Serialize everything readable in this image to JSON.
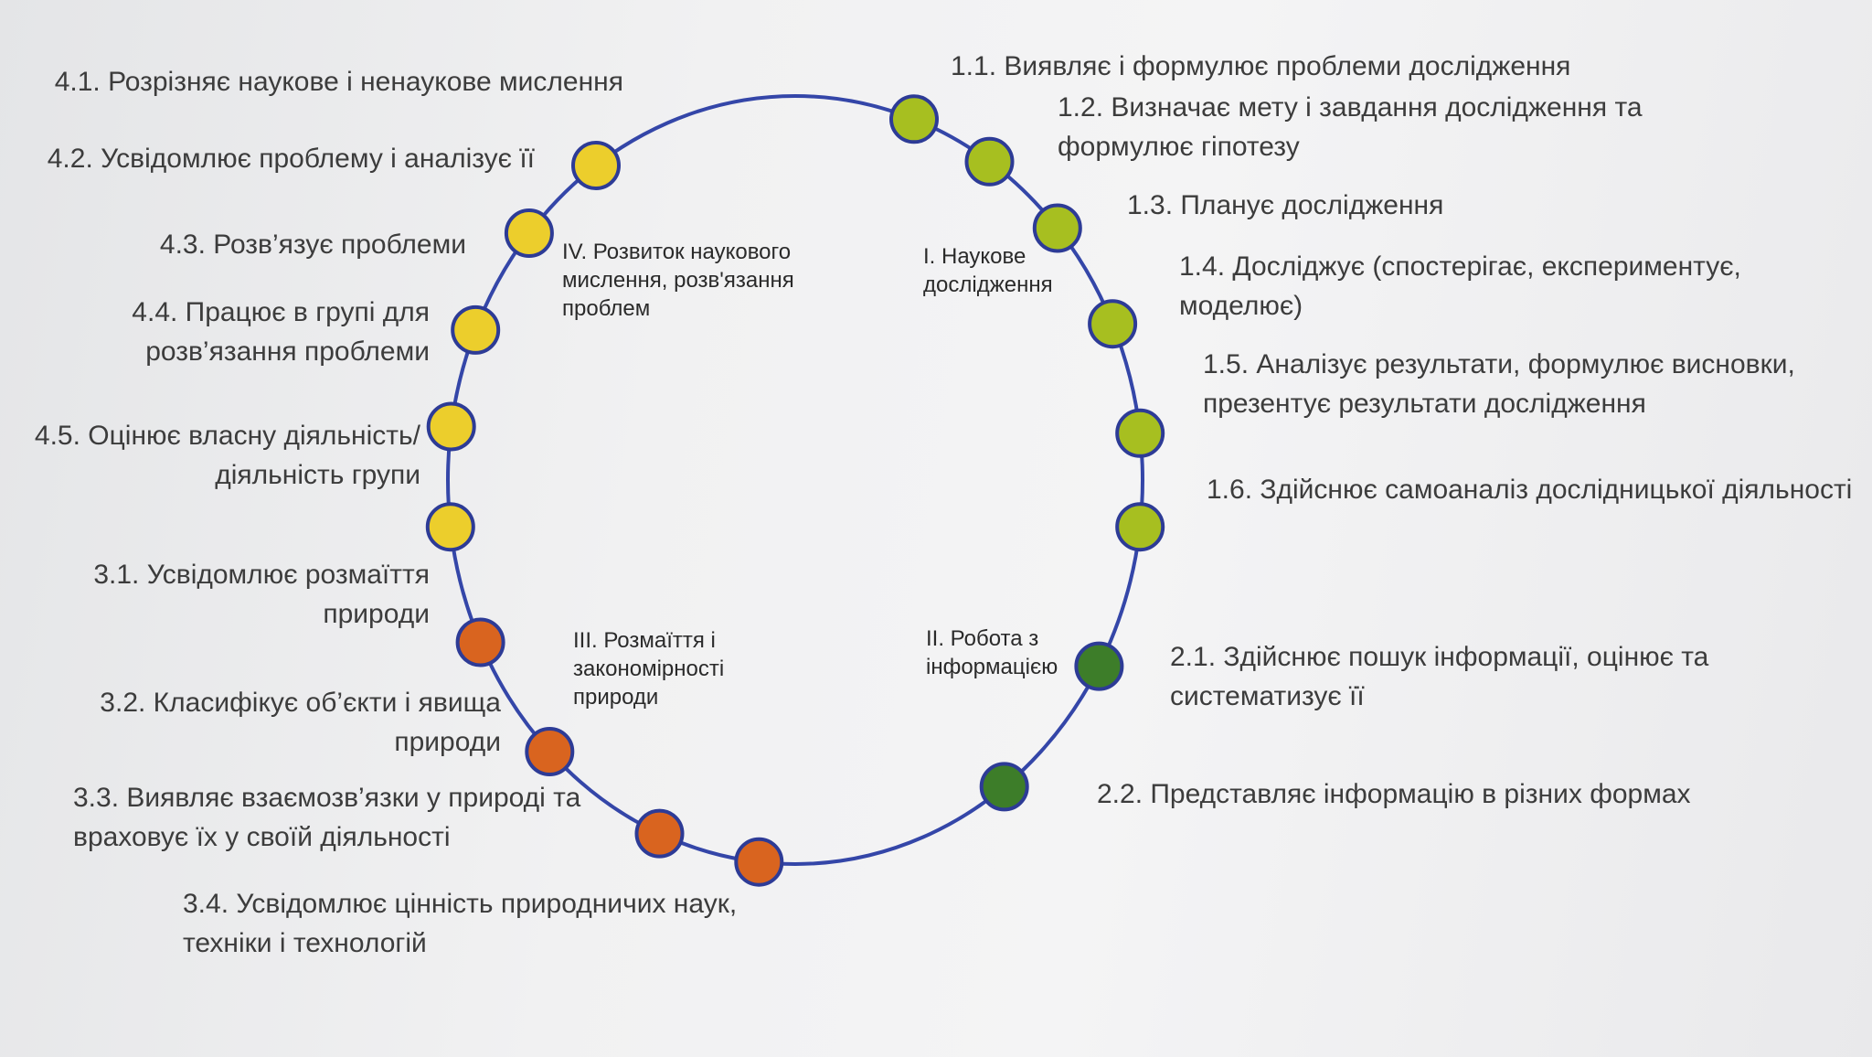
{
  "colors": {
    "ring": "#3446a8",
    "section1": "#a7bf20",
    "section2": "#3d7d29",
    "section3": "#d9641f",
    "section4": "#ecce2c",
    "node_border": "#2d3b96",
    "label_text": "#3c3c3c"
  },
  "sections": [
    {
      "lines": [
        "I. Наукове",
        "дослідження"
      ]
    },
    {
      "lines": [
        "II. Робота з",
        "інформацією"
      ]
    },
    {
      "lines": [
        "III. Розмаїття і",
        "закономірності",
        "природи"
      ]
    },
    {
      "lines": [
        "IV. Розвиток наукового",
        "мислення, розв'язання",
        "проблем"
      ]
    }
  ],
  "items": [
    {
      "id": "1.1",
      "lines": [
        "1.1. Виявляє і формулює проблеми дослідження"
      ]
    },
    {
      "id": "1.2",
      "lines": [
        "1.2. Визначає мету і завдання дослідження та",
        "формулює гіпотезу"
      ]
    },
    {
      "id": "1.3",
      "lines": [
        "1.3. Планує дослідження"
      ]
    },
    {
      "id": "1.4",
      "lines": [
        "1.4. Досліджує (спостерігає, експериментує,",
        "моделює)"
      ]
    },
    {
      "id": "1.5",
      "lines": [
        "1.5. Аналізує результати, формулює висновки,",
        "презентує результати дослідження"
      ]
    },
    {
      "id": "1.6",
      "lines": [
        "1.6. Здійснює самоаналіз дослідницької діяльності"
      ]
    },
    {
      "id": "2.1",
      "lines": [
        "2.1. Здійснює пошук інформації, оцінює та",
        "систематизує її"
      ]
    },
    {
      "id": "2.2",
      "lines": [
        "2.2. Представляє інформацію в різних формах"
      ]
    },
    {
      "id": "3.1",
      "lines": [
        "3.1. Усвідомлює розмаїття",
        "природи"
      ]
    },
    {
      "id": "3.2",
      "lines": [
        "3.2. Класифікує об’єкти і явища",
        "природи"
      ]
    },
    {
      "id": "3.3",
      "lines": [
        "3.3. Виявляє взаємозв’язки у природі та",
        "враховує їх у своїй діяльності"
      ]
    },
    {
      "id": "3.4",
      "lines": [
        "3.4. Усвідомлює цінність природничих наук,",
        "техніки і технологій"
      ]
    },
    {
      "id": "4.1",
      "lines": [
        "4.1. Розрізняє наукове і ненаукове мислення"
      ]
    },
    {
      "id": "4.2",
      "lines": [
        "4.2. Усвідомлює проблему і аналізує її"
      ]
    },
    {
      "id": "4.3",
      "lines": [
        "4.3. Розв’язує проблеми"
      ]
    },
    {
      "id": "4.4",
      "lines": [
        "4.4. Працює в групі для",
        "розв’язання проблеми"
      ]
    },
    {
      "id": "4.5",
      "lines": [
        "4.5. Оцінює власну діяльність/",
        "діяльність групи"
      ]
    }
  ]
}
